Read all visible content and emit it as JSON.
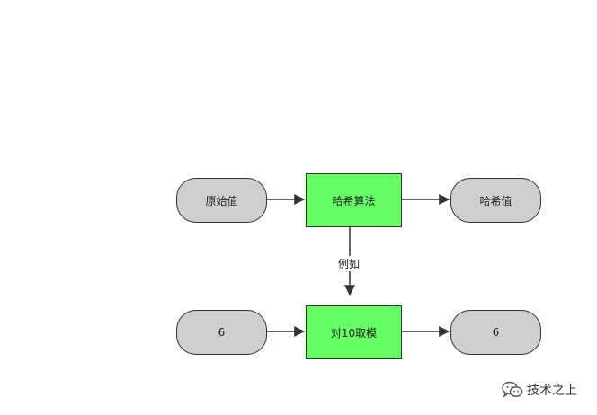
{
  "nodes": {
    "original_value": "原始值",
    "hash_algorithm": "哈希算法",
    "hash_value": "哈希值",
    "example_input": "6",
    "mod_operation": "对10取模",
    "example_output": "6"
  },
  "edges": {
    "example_label": "例如"
  },
  "colors": {
    "process_fill": "#66ff66",
    "terminal_fill": "#cfcfcf",
    "stroke": "#333333"
  },
  "watermark": {
    "icon": "wechat-icon",
    "text": "技术之上"
  }
}
